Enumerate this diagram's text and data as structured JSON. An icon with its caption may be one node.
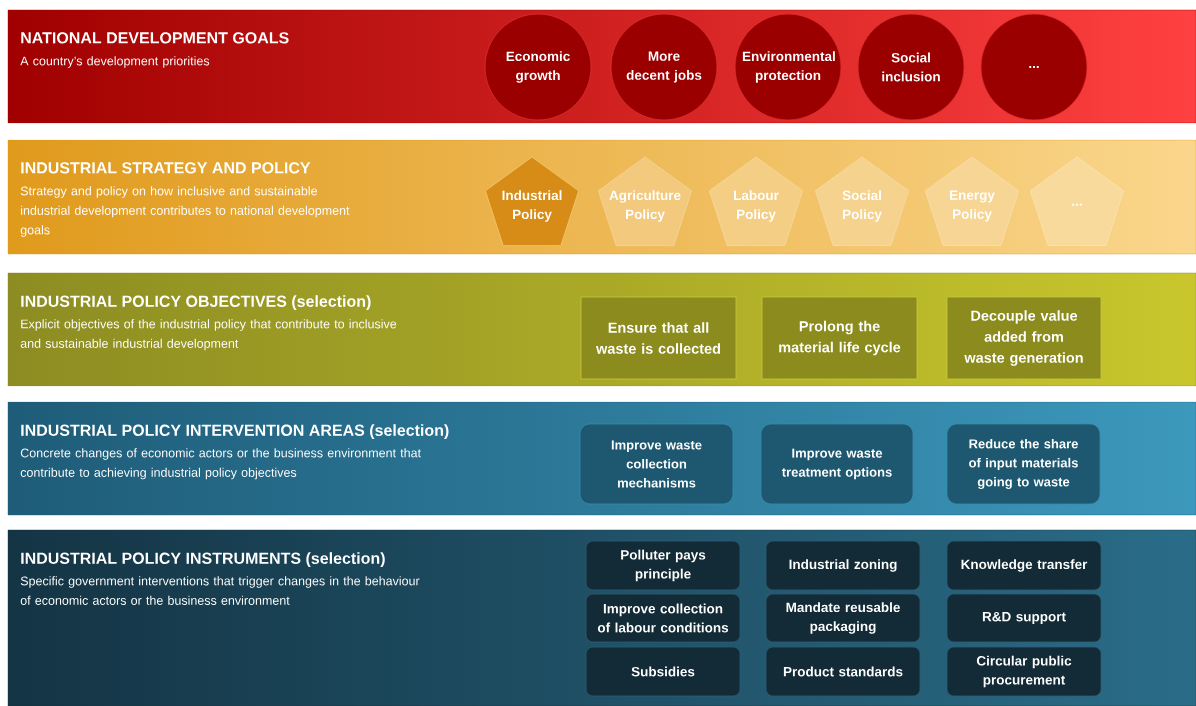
{
  "diagram": {
    "nodes": [
      {
        "text": [
          "NATIONAL DEVELOPMENT GOALS",
          "A country’s development priorities"
        ]
      },
      {
        "text": [
          "Economic growth"
        ],
        "in": 0
      },
      {
        "text": [
          "More decent jobs"
        ],
        "in": 0
      },
      {
        "text": [
          "Environmental protection"
        ],
        "in": 0
      },
      {
        "text": [
          "Social inclusion"
        ],
        "in": 0
      },
      {
        "text": [
          "..."
        ],
        "in": 0
      },
      {
        "text": [
          "INDUSTRIAL STRATEGY AND POLICY",
          "Strategy and policy on how inclusive and sustainable industrial development contributes to national development goals"
        ]
      },
      {
        "text": [
          "Industrial Policy"
        ],
        "in": 6
      },
      {
        "text": [
          "Agriculture Policy"
        ],
        "in": 6
      },
      {
        "text": [
          "Labour Policy"
        ],
        "in": 6
      },
      {
        "text": [
          "Social Policy"
        ],
        "in": 6
      },
      {
        "text": [
          "Energy Policy"
        ],
        "in": 6
      },
      {
        "text": [
          "..."
        ],
        "in": 6
      },
      {
        "text": [
          "INDUSTRIAL POLICY OBJECTIVES (selection)",
          "Explicit objectives of the industrial policy that contribute to inclusive and sustainable industrial development"
        ]
      },
      {
        "text": [
          "Ensure that all waste is collected"
        ],
        "in": 13
      },
      {
        "text": [
          "Prolong the material life cycle"
        ],
        "in": 13
      },
      {
        "text": [
          "Decouple value added from waste generation"
        ],
        "in": 13
      },
      {
        "text": [
          "INDUSTRIAL POLICY INTERVENTION AREAS (selection)",
          "Concrete changes of economic actors or the business environment that contribute to achieving industrial policy objectives"
        ]
      },
      {
        "text": [
          "Improve waste collection mechanisms"
        ],
        "in": 17
      },
      {
        "text": [
          "Improve waste treatment options"
        ],
        "in": 17
      },
      {
        "text": [
          "Reduce the share of input materials going to waste"
        ],
        "in": 17
      },
      {
        "text": [
          "INDUSTRIAL POLICY INSTRUMENTS (selection)",
          "Specific government interventions that trigger changes in the behaviour of economic actors or the business environment"
        ]
      },
      {
        "text": [
          "Polluter pays principle"
        ],
        "in": 21
      },
      {
        "text": [
          "Industrial zoning"
        ],
        "in": 21
      },
      {
        "text": [
          "Knowledge transfer"
        ],
        "in": 21
      },
      {
        "text": [
          "Improve collection of labour conditions"
        ],
        "in": 21
      },
      {
        "text": [
          "Mandate reusable packaging"
        ],
        "in": 21
      },
      {
        "text": [
          "R&D support"
        ],
        "in": 21
      },
      {
        "text": [
          "Subsidies"
        ],
        "in": 21
      },
      {
        "text": [
          "Product standards"
        ],
        "in": 21
      },
      {
        "text": [
          "Circular public procurement"
        ],
        "in": 21
      }
    ]
  }
}
